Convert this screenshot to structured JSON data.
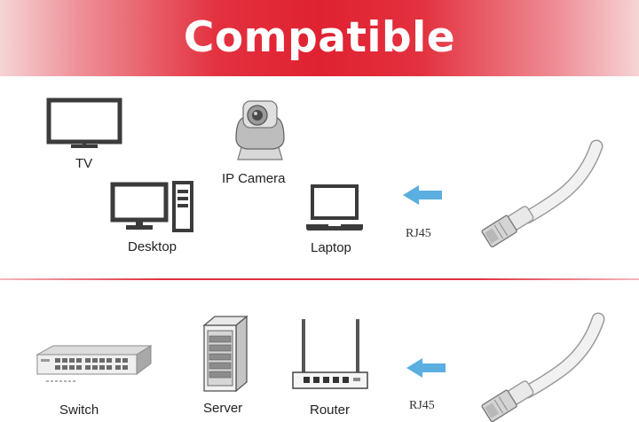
{
  "banner": {
    "title": "Compatible",
    "accent": "#e02131"
  },
  "top_row": {
    "tv": {
      "label": "TV",
      "icon": "tv-icon"
    },
    "ip_camera": {
      "label": "IP Camera",
      "icon": "ip-camera-icon"
    },
    "desktop": {
      "label": "Desktop",
      "icon": "desktop-icon"
    },
    "laptop": {
      "label": "Laptop",
      "icon": "laptop-icon"
    },
    "connector": {
      "label": "RJ45",
      "icon": "rj45-cable-icon",
      "arrow": "arrow-left-icon"
    }
  },
  "bottom_row": {
    "switch": {
      "label": "Switch",
      "icon": "switch-icon"
    },
    "server": {
      "label": "Server",
      "icon": "server-icon"
    },
    "router": {
      "label": "Router",
      "icon": "router-icon"
    },
    "connector": {
      "label": "RJ45",
      "icon": "rj45-cable-icon",
      "arrow": "arrow-left-icon"
    }
  },
  "colors": {
    "arrow": "#5aaee0",
    "icon_dark": "#3b3b3b"
  }
}
